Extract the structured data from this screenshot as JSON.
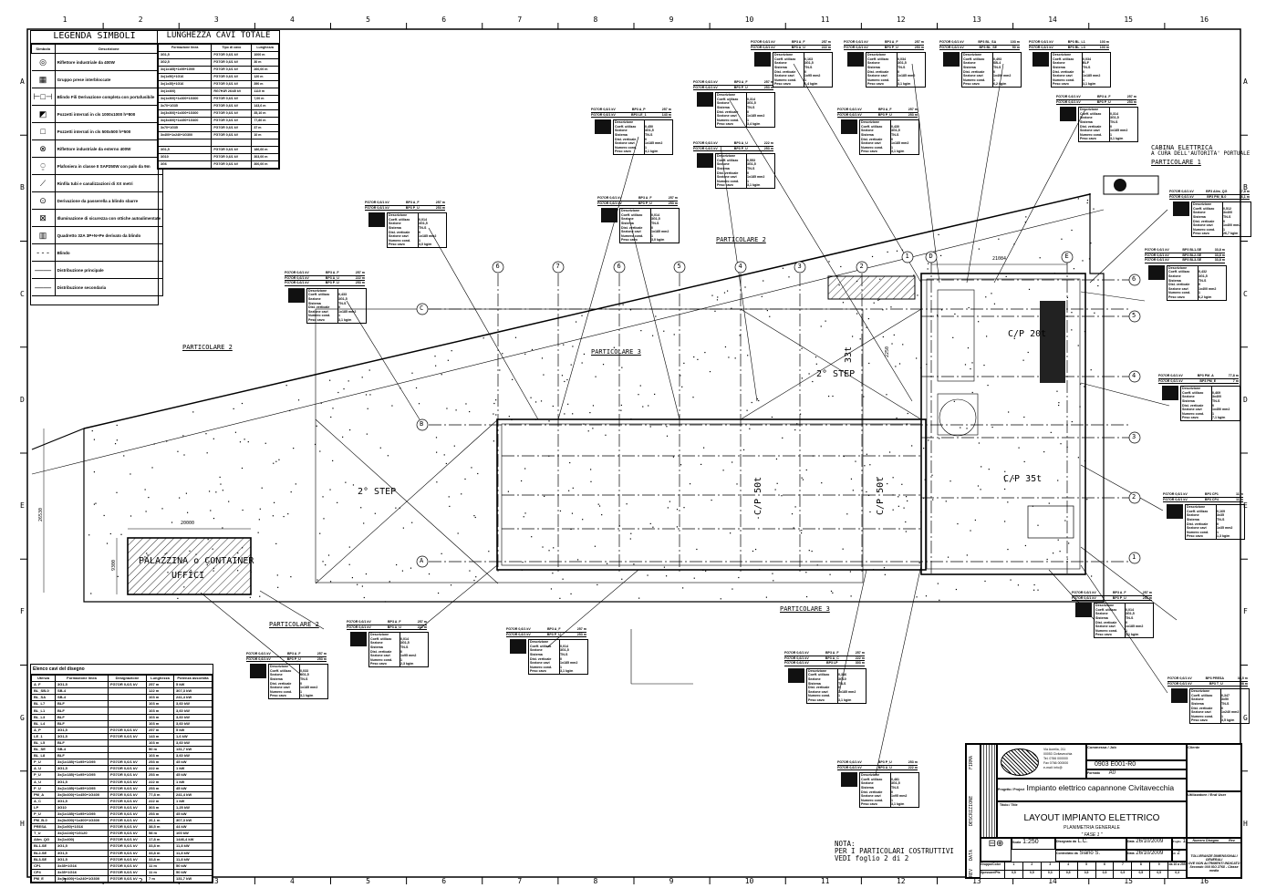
{
  "frame": {
    "columns": [
      "1",
      "2",
      "3",
      "4",
      "5",
      "6",
      "7",
      "8",
      "9",
      "10",
      "11",
      "12",
      "13",
      "14",
      "15",
      "16"
    ],
    "rows": [
      "A",
      "B",
      "C",
      "D",
      "E",
      "F",
      "G",
      "H"
    ]
  },
  "legend": {
    "title": "LEGENDA SIMBOLI",
    "col_symbol": "Simbolo",
    "col_description": "Descrizione",
    "items": [
      {
        "icon": "floodlight-icon",
        "glyph": "◎",
        "label": "Riflettore industriale da 400W"
      },
      {
        "icon": "socket-group-icon",
        "glyph": "▦",
        "label": "Gruppo prese interbloccate"
      },
      {
        "icon": "busbar-tap-icon",
        "glyph": "⊢□⊣",
        "label": "Blindo Fili Derivazione completa con portafusibile"
      },
      {
        "icon": "large-pit-icon",
        "glyph": "◩",
        "label": "Pozzetti interrati in cls 1000x1000 h=800"
      },
      {
        "icon": "small-pit-icon",
        "glyph": "□",
        "label": "Pozzetti interrati in cls 500x500 h=500"
      },
      {
        "icon": "outdoor-floodlight-icon",
        "glyph": "⊗",
        "label": "Riflettore industriale da esterno 400W"
      },
      {
        "icon": "pole-lamp-icon",
        "glyph": "⍜",
        "label": "Plafoniera in classe II SAP250W con palo da 9m"
      },
      {
        "icon": "pipe-run-icon",
        "glyph": "⟋",
        "label": "Rinfila tubi e canalizzazioni di XX metri"
      },
      {
        "icon": "derivation-icon",
        "glyph": "⊙",
        "label": "Derivazione da passerella a blindo sbarre"
      },
      {
        "icon": "emergency-light-icon",
        "glyph": "⊠",
        "label": "Illuminazione di sicurezza con ottiche autoalimentate"
      },
      {
        "icon": "switchboard-icon",
        "glyph": "▥",
        "label": "Quadretto 32A 3P+N+Pe derivato da blindo"
      },
      {
        "icon": "busbar-line-icon",
        "glyph": "- - -",
        "label": "Blindo"
      },
      {
        "icon": "main-line-icon",
        "glyph": "——",
        "label": "Distribuzione principale"
      },
      {
        "icon": "secondary-line-icon",
        "glyph": "——",
        "label": "Distribuzione secondaria"
      }
    ]
  },
  "cable_totals": {
    "title": "LUNGHEZZA CAVI TOTALE",
    "headers": [
      "Formazione linea",
      "Tipo di cavo",
      "Lunghezza"
    ],
    "rows": [
      [
        "3G1,5",
        "FG7OR 0,6/1 kV",
        "1000 m"
      ],
      [
        "3G2,5",
        "FG7OR 0,6/1 kV",
        "30 m"
      ],
      [
        "3x(1x185)+1x95+1G95",
        "FG7OR 0,6/1 kV",
        "260,00 m"
      ],
      [
        "3x(1x50)+1G16",
        "FG7OR 0,6/1 kV",
        "120 m"
      ],
      [
        "3x(1x35)+1G16",
        "FG7OR 0,6/1 kV",
        "390 m"
      ],
      [
        "3x(1x400)",
        "RG7H1R 26/45 kV",
        "1110 m"
      ],
      [
        "3x(1x300)+1x300+1G300",
        "FG7OR 0,6/1 kV",
        "7,00 m"
      ],
      [
        "3x70+1G35",
        "FG7OR 0,6/1 kV",
        "143,6 m"
      ],
      [
        "3x(3x300)+1x300+1G300",
        "FG7OR 0,6/1 kV",
        "35,10 m"
      ],
      [
        "3x(3x400)+1x450+1G400",
        "FG7OR 0,6/1 kV",
        "77,80 m"
      ],
      [
        "3x70+1G35",
        "FG7OR 0,6/1 kV",
        "37 m"
      ],
      [
        "3x400+1x240+1G300",
        "FG7OR 0,6/1 kV",
        "10 m"
      ],
      [
        "",
        "",
        ""
      ],
      [
        "3G1,5",
        "FG7OR 0,6/1 kV",
        "186,60 m"
      ],
      [
        "3G10",
        "FG7OR 0,6/1 kV",
        "303,00 m"
      ],
      [
        "3G6",
        "FG7OR 0,6/1 kV",
        "300,00 m"
      ]
    ]
  },
  "cable_list": {
    "title": "Elenco cavi del disegno",
    "headers": [
      "Utenza",
      "Formazione linea",
      "Designazione",
      "Lunghezza",
      "Potenza assorbita"
    ],
    "rows": [
      [
        "A_F",
        "3G1,5",
        "FG7OR 0,6/1 kV",
        "257 m",
        "5 kW"
      ],
      [
        "BL_SB-0",
        "SB-4",
        "",
        "122 m",
        "307,3 kW"
      ],
      [
        "BL_SA",
        "SB-4",
        "",
        "103 m",
        "241,4 kW"
      ],
      [
        "BL_L7",
        "BLF",
        "",
        "103 m",
        "3,60 kW"
      ],
      [
        "BL_L1",
        "BLF",
        "",
        "103 m",
        "3,60 kW"
      ],
      [
        "BL_L3",
        "BLF",
        "",
        "103 m",
        "3,60 kW"
      ],
      [
        "BL_L4",
        "BLF",
        "",
        "103 m",
        "3,60 kW"
      ],
      [
        "A_P",
        "3G1,5",
        "FG7OR 0,6/1 kV",
        "257 m",
        "5 kW"
      ],
      [
        "LE_1",
        "3G1,5",
        "FG7OR 0,6/1 kV",
        "143 m",
        "1,6 kW"
      ],
      [
        "BL_L5",
        "BLF",
        "",
        "103 m",
        "3,60 kW"
      ],
      [
        "BL_SE",
        "SB-4",
        "",
        "50 m",
        "131,7 kW"
      ],
      [
        "BL_L8",
        "BLF",
        "",
        "103 m",
        "3,60 kW"
      ],
      [
        "P_U",
        "3x(1x185)+1x95+1G95",
        "FG7OR 0,6/1 kV",
        "253 m",
        "45 kW"
      ],
      [
        "A_U",
        "3G1,5",
        "FG7OR 0,6/1 kV",
        "222 m",
        "1 kW"
      ],
      [
        "P_U",
        "3x(1x185)+1x95+1G95",
        "FG7OR 0,6/1 kV",
        "253 m",
        "45 kW"
      ],
      [
        "A_U",
        "3G1,5",
        "FG7OR 0,6/1 kV",
        "222 m",
        "1 kW"
      ],
      [
        "P_U",
        "3x(1x185)+1x95+1G95",
        "FG7OR 0,6/1 kV",
        "253 m",
        "45 kW"
      ],
      [
        "PM_A",
        "3x(3x400)+1x450+1G400",
        "FG7OR 0,6/1 kV",
        "77,8 m",
        "241,4 kW"
      ],
      [
        "A_C",
        "3G1,5",
        "FG7OR 0,6/1 kV",
        "222 m",
        "1 kW"
      ],
      [
        "LP",
        "3G10",
        "FG7OR 0,6/1 kV",
        "303 m",
        "1,25 kW"
      ],
      [
        "P_U",
        "3x(1x185)+1x95+1G95",
        "FG7OR 0,6/1 kV",
        "253 m",
        "45 kW"
      ],
      [
        "PM_B-0",
        "3x(3x300)+1x300+1G300",
        "FG7OR 0,6/1 kV",
        "26,1 m",
        "307,3 kW"
      ],
      [
        "PRESA",
        "3x(1x50)+1G16",
        "FG7OR 0,6/1 kV",
        "38,5 m",
        "44 kW"
      ],
      [
        "T_U",
        "3x(1x240)+1G120",
        "FG7OR 0,6/1 kV",
        "58 m",
        "100 kW"
      ],
      [
        "Alim_QG",
        "3x(1x400)",
        "FG7OR 0,6/1 kV",
        "17,8 m",
        "1446,4 kW"
      ],
      [
        "BL1-SE",
        "3G1,5",
        "FG7OR 0,6/1 kV",
        "33,8 m",
        "11,8 kW"
      ],
      [
        "BL2-SE",
        "3G1,5",
        "FG7OR 0,6/1 kV",
        "33,8 m",
        "11,8 kW"
      ],
      [
        "BL3-SE",
        "3G1,5",
        "FG7OR 0,6/1 kV",
        "33,8 m",
        "11,8 kW"
      ],
      [
        "CP1",
        "3x35+1G16",
        "FG7OR 0,6/1 kV",
        "11 m",
        "50 kW"
      ],
      [
        "CP4",
        "3x35+1G16",
        "FG7OR 0,6/1 kV",
        "11 m",
        "50 kW"
      ],
      [
        "PM_E",
        "3x(1x400)+1x240+1G300",
        "FG7OR 0,6/1 kV",
        "7 m",
        "131,7 kW"
      ]
    ]
  },
  "tag_prop_labels": [
    "Descrizione",
    "Coeff. utilizzo",
    "Sezione",
    "Sistema",
    "Dist. verticale",
    "Sezione cavi",
    "Numero cond.",
    "Peso cavo"
  ],
  "tags": [
    {
      "cables": [
        [
          "FG7OR 0,6/1 kV",
          "BP3 A_F",
          "257 m"
        ],
        [
          "FG7OR 0,6/1 kV",
          "BP3 P_U",
          "253 m"
        ]
      ],
      "values": [
        "",
        "0,033",
        "3G1,5",
        "TN-S",
        "0",
        "1x185 mm2",
        "1",
        "3,1 kg/m"
      ]
    },
    {
      "cables": [
        [
          "FG7OR 0,6/1 kV",
          "BP3 A_F",
          "257 m"
        ],
        [
          "FG7OR 0,6/1 kV",
          "BP3 A_U",
          "222 m"
        ]
      ],
      "values": [
        "",
        "0,014",
        "3G1,5",
        "TN-S",
        "0",
        "1x95 mm2",
        "1",
        "2,3 kg/m"
      ]
    },
    {
      "cables": [
        [
          "FG7OR 0,6/1 kV",
          "BP3 A_F",
          "257 m"
        ],
        [
          "FG7OR 0,6/1 kV",
          "BP3 P_U",
          "253 m"
        ]
      ],
      "values": [
        "",
        "0,014",
        "3G1,5",
        "TN-S",
        "0",
        "1x185 mm2",
        "1",
        "3,1 kg/m"
      ]
    },
    {
      "cables": [
        [
          "FG7OR 0,6/1 kV",
          "BP3 A_F",
          "257 m"
        ],
        [
          "FG7OR 0,6/1 kV",
          "BP3 A_C",
          "222 m"
        ],
        [
          "FG7OR 0,6/1 kV",
          "BP3 LP",
          "303 m"
        ]
      ],
      "values": [
        "",
        "0,346",
        "3G10",
        "TN-S",
        "0",
        "1x185 mm2",
        "1",
        "3,1 kg/m"
      ]
    },
    {
      "cables": [
        [
          "FG7OR 0,6/1 kV",
          "BP3 P_U",
          "253 m"
        ],
        [
          "FG7OR 0,6/1 kV",
          "BP3 A_U",
          "222 m"
        ]
      ],
      "values": [
        "",
        "0,481",
        "3G1,5",
        "TN-S",
        "0",
        "1x95 mm2",
        "1",
        "3,1 kg/m"
      ]
    },
    {
      "cables": [
        [
          "FG7OR 0,6/1 kV",
          "BP3 A_F",
          "257 m"
        ],
        [
          "FG7OR 0,6/1 kV",
          "BP3 P_U",
          "253 m"
        ]
      ],
      "values": [
        "",
        "0,014",
        "3G1,5",
        "TN-S",
        "0",
        "1x185 mm2",
        "1",
        "3,1 kg/m"
      ]
    },
    {
      "cables": [
        [
          "FG7OR 0,6/1 kV",
          "BP3 CP1",
          "11 m"
        ],
        [
          "FG7OR 0,6/1 kV",
          "BP3 CP4",
          "11 m"
        ]
      ],
      "values": [
        "",
        "0,169",
        "3x35",
        "TN-S",
        "0",
        "1x35 mm2",
        "1",
        "1,3 kg/m"
      ]
    },
    {
      "cables": [
        [
          "FG7OR 0,6/1 kV",
          "BP3 PRESA",
          "38,5 m"
        ],
        [
          "FG7OR 0,6/1 kV",
          "BP3 T_U",
          "58 m"
        ]
      ],
      "values": [
        "",
        "0,347",
        "3x50",
        "TN-S",
        "0",
        "1x240 mm2",
        "1",
        "3,5 kg/m"
      ]
    },
    {
      "cables": [
        [
          "FG7OR 0,6/1 kV",
          "BP3 BL1-SE",
          "33,8 m"
        ],
        [
          "FG7OR 0,6/1 kV",
          "BP3 BL2-SE",
          "33,8 m"
        ],
        [
          "FG7OR 0,6/1 kV",
          "BP3 BL3-SE",
          "33,8 m"
        ]
      ],
      "values": [
        "",
        "0,432",
        "3G1,5",
        "TN-S",
        "0",
        "1x400 mm2",
        "1",
        "6,2 kg/m"
      ]
    },
    {
      "cables": [
        [
          "FG7OR 0,6/1 kV",
          "BP3 PM_A",
          "77,8 m"
        ],
        [
          "FG7OR 0,6/1 kV",
          "BP3 PM_E",
          "7 m"
        ]
      ],
      "values": [
        "",
        "0,469",
        "3x400",
        "TN-S",
        "0",
        "1x450 mm2",
        "1",
        "7,1 kg/m"
      ]
    },
    {
      "cables": [
        [
          "FG7OR 0,6/1 kV",
          "BP3 Alim_QG",
          "17,8 m"
        ],
        [
          "FG7OR 0,6/1 kV",
          "BP3 PM_B-0",
          "26,1 m"
        ]
      ],
      "values": [
        "",
        "0,512",
        "3x400",
        "TN-S",
        "0",
        "1x400 mm2",
        "1",
        "26,7 kg/m"
      ]
    },
    {
      "cables": [
        [
          "FG7OR 0,6/1 kV",
          "BP3 A_P",
          "257 m"
        ],
        [
          "FG7OR 0,6/1 kV",
          "BP3 LE_1",
          "143 m"
        ]
      ],
      "values": [
        "",
        "0,450",
        "3G1,5",
        "TN-S",
        "0",
        "1x185 mm2",
        "1",
        "3,1 kg/m"
      ]
    },
    {
      "cables": [
        [
          "FG7OR 0,6/1 kV",
          "BP3 A_F",
          "257 m"
        ],
        [
          "FG7OR 0,6/1 kV",
          "BP3 P_U",
          "253 m"
        ]
      ],
      "values": [
        "",
        "0,314",
        "3G1,5",
        "TN-S",
        "0",
        "1x185 mm2",
        "1",
        "3,4 kg/m"
      ]
    },
    {
      "cables": [
        [
          "FG7OR 0,6/1 kV",
          "BP3 A_U",
          "222 m"
        ],
        [
          "FG7OR 0,6/1 kV",
          "BP3 P_U",
          "253 m"
        ]
      ],
      "values": [
        "",
        "0,553",
        "3G1,5",
        "TN-S",
        "0",
        "1x185 mm2",
        "1",
        "3,1 kg/m"
      ]
    },
    {
      "cables": [
        [
          "FG7OR 0,6/1 kV",
          "BP3 A_F",
          "257 m"
        ],
        [
          "FG7OR 0,6/1 kV",
          "BP3 P_U",
          "253 m"
        ]
      ],
      "values": [
        "",
        "0,430",
        "3G1,5",
        "TN-S",
        "0",
        "1x185 mm2",
        "1",
        "3,1 kg/m"
      ]
    },
    {
      "cables": [
        [
          "FG7OR 0,6/1 kV",
          "BP3 A_F",
          "257 m"
        ],
        [
          "FG7OR 0,6/1 kV",
          "BP3 A_U",
          "222 m"
        ]
      ],
      "values": [
        "",
        "0,163",
        "3G1,5",
        "TN-S",
        "0",
        "1x95 mm2",
        "1",
        "1,4 kg/m"
      ]
    },
    {
      "cables": [
        [
          "FG7OR 0,6/1 kV",
          "BP3 A_F",
          "257 m"
        ],
        [
          "FG7OR 0,6/1 kV",
          "BP3 P_U",
          "253 m"
        ]
      ],
      "values": [
        "",
        "0,034",
        "3G1,5",
        "TN-S",
        "0",
        "1x185 mm2",
        "1",
        "3,1 kg/m"
      ]
    },
    {
      "cables": [
        [
          "FG7OR 0,6/1 kV",
          "BP3 BL_SA",
          "103 m"
        ],
        [
          "FG7OR 0,6/1 kV",
          "BP3 BL_SE",
          "50 m"
        ]
      ],
      "values": [
        "",
        "0,493",
        "SB-4",
        "TN-S",
        "0",
        "1x400 mm2",
        "1",
        "6,2 kg/m"
      ]
    },
    {
      "cables": [
        [
          "FG7OR 0,6/1 kV",
          "BP3 BL_L1",
          "103 m"
        ],
        [
          "FG7OR 0,6/1 kV",
          "BP3 BL_L3",
          "103 m"
        ]
      ],
      "values": [
        "",
        "0,034",
        "BLF",
        "TN-S",
        "0",
        "1x185 mm2",
        "1",
        "3,1 kg/m"
      ]
    },
    {
      "cables": [
        [
          "FG7OR 0,6/1 kV",
          "BP3 A_F",
          "257 m"
        ],
        [
          "FG7OR 0,6/1 kV",
          "BP3 P_U",
          "253 m"
        ]
      ],
      "values": [
        "",
        "0,314",
        "3G1,5",
        "TN-S",
        "0",
        "1x185 mm2",
        "1",
        "3,1 kg/m"
      ]
    },
    {
      "cables": [
        [
          "FG7OR 0,6/1 kV",
          "BP3 A_F",
          "257 m"
        ],
        [
          "FG7OR 0,6/1 kV",
          "BP3 P_U",
          "253 m"
        ]
      ],
      "values": [
        "",
        "0,014",
        "3G1,5",
        "TN-S",
        "0",
        "1x185 mm2",
        "1",
        "3,0 kg/m"
      ]
    },
    {
      "cables": [
        [
          "FG7OR 0,6/1 kV",
          "BP3 A_F",
          "257 m"
        ],
        [
          "FG7OR 0,6/1 kV",
          "BP3 P_U",
          "253 m"
        ]
      ],
      "values": [
        "",
        "0,014",
        "3G1,5",
        "TN-S",
        "0",
        "1x185 mm2",
        "1",
        "3,0 kg/m"
      ]
    },
    {
      "cables": [
        [
          "FG7OR 0,6/1 kV",
          "BP3 A_F",
          "257 m"
        ],
        [
          "FG7OR 0,6/1 kV",
          "BP3 A_U",
          "222 m"
        ],
        [
          "FG7OR 0,6/1 kV",
          "BP3 P_U",
          "253 m"
        ]
      ],
      "values": [
        "",
        "0,433",
        "3G1,5",
        "TN-S",
        "0",
        "1x185 mm2",
        "1",
        "3,1 kg/m"
      ]
    }
  ],
  "plan": {
    "labels": {
      "particolare_1": "PARTICOLARE 1",
      "particolare_2": "PARTICOLARE 2",
      "particolare_3": "PARTICOLARE 3",
      "cabina_1": "CABINA ELETTRICA",
      "cabina_2": "A CURA DELL'AUTORITA' PORTUALE",
      "step2": "2° STEP",
      "cp50": "C/P 50t",
      "cp20": "C/P 20t",
      "cp35": "C/P 35t",
      "t33": "33t",
      "palazzina_1": "PALAZZINA o CONTAINER",
      "palazzina_2": "UFFICI",
      "dim_20000": "20000",
      "dim_26530": "26530",
      "dim_9300": "9300",
      "dim_21084": "21084",
      "dim_2250": "2250"
    },
    "grid_top": [
      "6",
      "7",
      "6",
      "5",
      "4",
      "3",
      "2",
      "1",
      "D",
      "E"
    ],
    "grid_left": [
      "C",
      "B",
      "A"
    ],
    "grid_right": [
      "6",
      "5",
      "4",
      "3",
      "2",
      "1"
    ]
  },
  "note": {
    "title": "NOTA:",
    "line1": "PER I PARTICOLARI COSTRUTTIVI",
    "line2": "VEDI foglio 2 di 2"
  },
  "title_block": {
    "side_firma": "FIRMA",
    "side_descrizione": "DESCRIZIONE",
    "side_data": "DATA",
    "side_rev": "REV",
    "company_lines": [
      "Via Aurelia, 211",
      "00053 Civitavecchia",
      "Tel. 0766 000000",
      "Fax 0766 000000",
      "e-mail: info@"
    ],
    "commessa_label": "Commessa / Job",
    "drawing_no": "0903 E001-R0",
    "formato_label": "Formato",
    "formato": "A0",
    "progetto_label": "Progetto / Project",
    "progetto": "Impianto elettrico capannone Civitavecchia",
    "titolo_label": "Titolo / Title",
    "titolo": "LAYOUT IMPIANTO ELETTRICO",
    "sottotitolo": "PLANIMETRIA GENERALE",
    "fase": "\" FASE 1 \"",
    "cliente_label": "Cliente",
    "utilizzatore_label": "Utilizzatore / End User",
    "scala_label": "Scala",
    "scala": "1:250",
    "disegnato_label": "Disegnato da",
    "disegnato": "L.C.",
    "controllato_label": "Controllato da",
    "controllato": "Siano S.",
    "data_label": "Data",
    "data1": "26/10/2009",
    "data2": "26/10/2009",
    "foglio_label": "Foglio",
    "foglio": "1",
    "di_label": "di",
    "di": "2",
    "numero_disegno_label": "Numero Disegno",
    "rev_label": "Rev.",
    "tolleranze": [
      "TOLLERANZE DIMENSIONALI GENERALI",
      "OVE NON ALTRIMENTI INDICATO",
      "Secondo UNI ISO 2768 - Classe media"
    ],
    "color_label": "Gruppo/Color",
    "colors": [
      "1",
      "2",
      "3",
      "4",
      "5",
      "6",
      "7",
      "8",
      "9",
      "da 10 a 255"
    ],
    "spessore_label": "Spessore/Pts",
    "spessori": [
      "0,5",
      "0,5",
      "0,3",
      "0,5",
      "0,5",
      "0,5",
      "0,5",
      "0,5",
      "0,5",
      "0,3"
    ]
  }
}
